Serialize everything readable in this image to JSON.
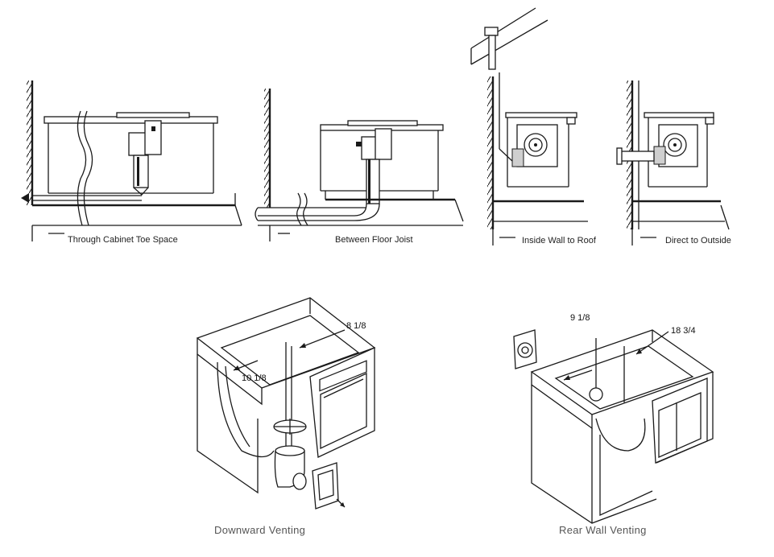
{
  "panels": {
    "toe_space": {
      "label": "Through Cabinet Toe Space"
    },
    "floor_joist": {
      "label": "Between Floor Joist"
    },
    "wall_to_roof": {
      "label": "Inside Wall to Roof"
    },
    "direct_outside": {
      "label": "Direct to Outside"
    }
  },
  "downward": {
    "caption": "Downward Venting",
    "dim_width": "8 1/8",
    "dim_depth": "10 1/8"
  },
  "rear": {
    "caption": "Rear Wall Venting",
    "dim_width": "9 1/8",
    "dim_depth": "18 3/4"
  },
  "icons": [
    "wall-hatch-icon",
    "blower-fan-icon",
    "roof-cap-icon",
    "wall-vent-cap-icon",
    "damper-icon"
  ]
}
